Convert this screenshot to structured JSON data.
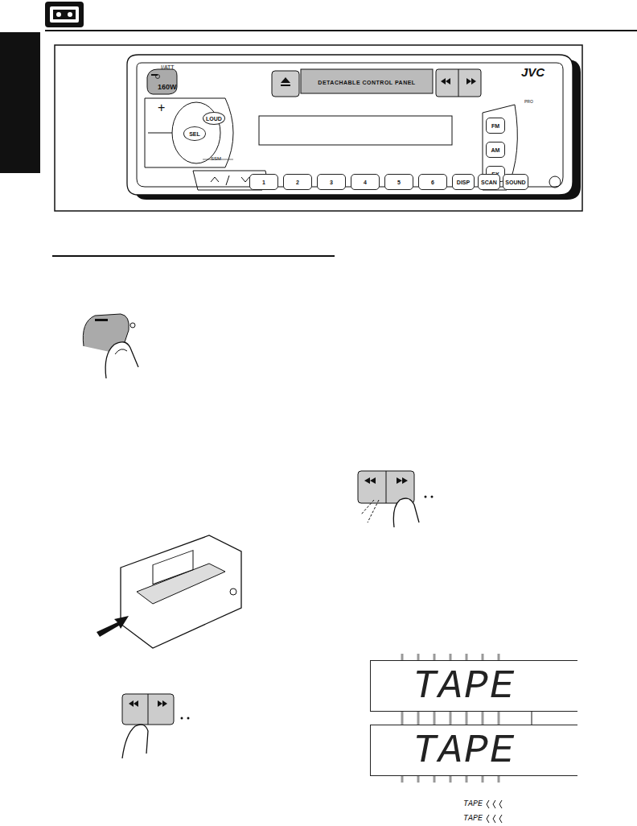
{
  "diagram": {
    "nodes": [
      {
        "text": [
          "DETACHABLE CONTROL PANEL"
        ]
      },
      {
        "text": [
          "LOUD"
        ]
      },
      {
        "text": [
          "SEL"
        ]
      },
      {
        "text": [
          "FM"
        ]
      },
      {
        "text": [
          "AM"
        ]
      },
      {
        "text": [
          "EX"
        ]
      },
      {
        "text": [
          "1"
        ]
      },
      {
        "text": [
          "2"
        ]
      },
      {
        "text": [
          "3"
        ]
      },
      {
        "text": [
          "4"
        ]
      },
      {
        "text": [
          "5"
        ]
      },
      {
        "text": [
          "6"
        ]
      },
      {
        "text": [
          "DISP"
        ]
      },
      {
        "text": [
          "SCAN"
        ]
      },
      {
        "text": [
          "SOUND"
        ]
      },
      {
        "text": [
          "TAPE"
        ]
      },
      {
        "text": [
          "TAPE"
        ]
      }
    ],
    "labels": [
      "I/ATT",
      "160W",
      "JVC",
      "+",
      "SSM",
      "PRO",
      "TAPE",
      "TAPE"
    ]
  }
}
